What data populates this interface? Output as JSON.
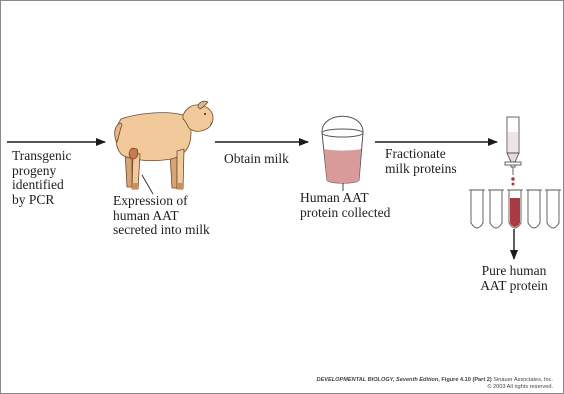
{
  "labels": {
    "transgenic": [
      "Transgenic",
      "progeny",
      "identified",
      "by PCR"
    ],
    "expression": [
      "Expression of",
      "human AAT",
      "secreted into milk"
    ],
    "obtain_milk": "Obtain milk",
    "collected": [
      "Human AAT",
      "protein collected"
    ],
    "fractionate": [
      "Fractionate",
      "milk proteins"
    ],
    "pure": [
      "Pure human",
      "AAT protein"
    ]
  },
  "credit": {
    "title": "DEVELOPMENTAL BIOLOGY, Seventh Edition",
    "figure": ", Figure 4.10 (Part 2)",
    "publisher": "  Sinauer Associates, Inc.",
    "rights": "© 2003 All rights reserved."
  },
  "icons": [
    "sheep-illustration",
    "bucket-icon",
    "chromatography-column-icon",
    "test-tube-icon"
  ],
  "colors": {
    "sheep_fill": "#f2c99a",
    "sheep_shade": "#d8a475",
    "milk_pink": "#d99a9a",
    "protein_red": "#a83a44",
    "arrow": "#1a1a1a"
  }
}
